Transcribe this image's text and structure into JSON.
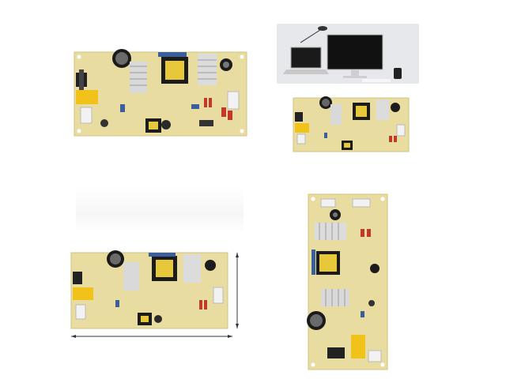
{
  "gallery": {
    "views": [
      {
        "view": "board-top-left",
        "subject": "power-supply-board"
      },
      {
        "view": "board-with-devices",
        "subject": "power-supply-board-with-monitor-and-laptop"
      },
      {
        "view": "board-dimensions",
        "subject": "power-supply-board-with-measurement-lines"
      },
      {
        "view": "board-vertical",
        "subject": "power-supply-board-rotated"
      }
    ]
  },
  "colors": {
    "pcb": "#e9dca0",
    "pcb_edge": "#d8c983",
    "transformer": "#e7c83a",
    "heatsink": "#dcdcdc",
    "capacitor_blue": "#3a5f9a",
    "connector_white": "#f2f2f2",
    "relay_yellow": "#f0c21a",
    "monitor_screen": "#111111",
    "scene_bg": "#e6e8ec"
  }
}
